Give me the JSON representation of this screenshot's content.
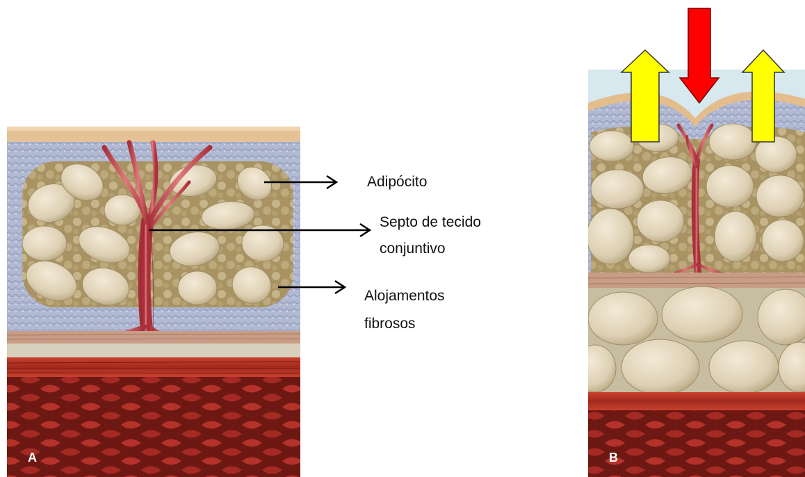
{
  "panel_a": {
    "letter": "A",
    "labels": {
      "adipocyte": "Adipócito",
      "septum_line1": "Septo de tecido",
      "septum_line2": "conjuntivo",
      "fibrous_line1": "Alojamentos",
      "fibrous_line2": "fibrosos"
    }
  },
  "panel_b": {
    "letter": "B"
  },
  "colors": {
    "skin": "#e8c9a0",
    "dermis": "#aab2cf",
    "fat_bg": "#b59f6a",
    "adipocyte": "#e2d6bd",
    "septum": "#c5444a",
    "muscle": "#a1241c",
    "yellow_arrow": "#ffff00",
    "red_arrow": "#ff0000",
    "sky": "#d7e8ef"
  }
}
